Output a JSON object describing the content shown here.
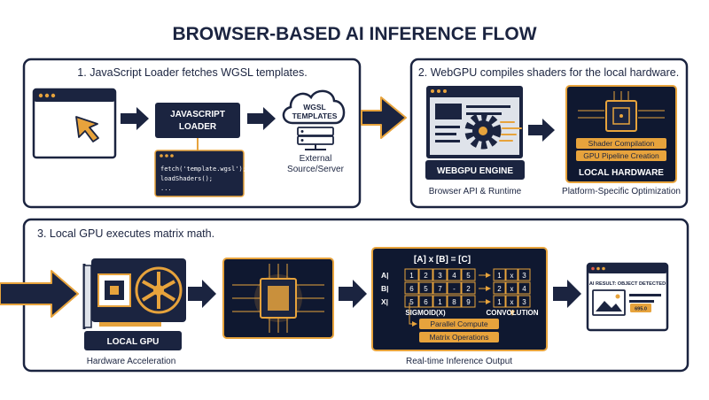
{
  "title": "BROWSER-BASED AI INFERENCE FLOW",
  "colors": {
    "navy": "#1b2440",
    "gold": "#e7a33c",
    "chip_dark": "#0f1830",
    "screen_bg": "#dfe3ea",
    "red_dot": "#e25b4b"
  },
  "panel1": {
    "heading": "1. JavaScript Loader fetches WGSL templates.",
    "loader_line1": "JAVASCRIPT",
    "loader_line2": "LOADER",
    "code_line1": "fetch('template.wgsl');",
    "code_line2": "loadShaders();",
    "code_line3": "...",
    "cloud_line1": "WGSL",
    "cloud_line2": "TEMPLATES",
    "server_line1": "External",
    "server_line2": "Source/Server"
  },
  "panel2": {
    "heading": "2. WebGPU compiles shaders for the local hardware.",
    "engine_label": "WEBGPU ENGINE",
    "engine_caption": "Browser API & Runtime",
    "tag1": "Shader Compilation",
    "tag2": "GPU Pipeline Creation",
    "hardware_label": "LOCAL HARDWARE",
    "hardware_caption": "Platform-Specific Optimization"
  },
  "panel3": {
    "heading": "3. Local GPU executes matrix math.",
    "gpu_label": "LOCAL GPU",
    "gpu_caption": "Hardware Acceleration",
    "equation": "[A] x [B] = [C]",
    "row_labels": [
      "A|",
      "B|",
      "X|"
    ],
    "matrix": [
      [
        "1",
        "2",
        "3",
        "4",
        "5"
      ],
      [
        "6",
        "5",
        "7",
        "-",
        "2"
      ],
      [
        "5",
        "6",
        "1",
        "8",
        "9"
      ]
    ],
    "result": [
      [
        "1",
        "x",
        "3"
      ],
      [
        "2",
        "x",
        "4"
      ],
      [
        "1",
        "x",
        "3"
      ]
    ],
    "sigmoid_label": "SIGMOID(X)",
    "convolution_label": "CONVOLUTION",
    "tag1": "Parallel Compute",
    "tag2": "Matrix Operations",
    "output_caption": "Real-time Inference Output",
    "result_text": "AI RESULT: OBJECT DETECTED",
    "confidence": "695.0"
  }
}
